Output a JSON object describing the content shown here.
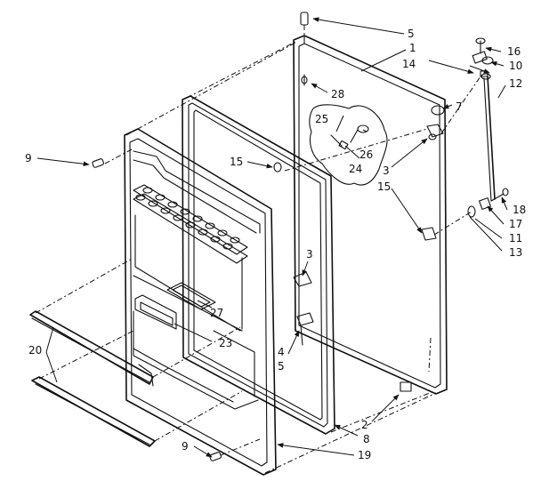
{
  "callouts": {
    "c1": "1",
    "c2": "2",
    "c3a": "3",
    "c3b": "3",
    "c4": "4",
    "c5a": "5",
    "c5b": "5",
    "c7": "7",
    "c8": "8",
    "c9a": "9",
    "c9b": "9",
    "c10": "10",
    "c11": "11",
    "c12": "12",
    "c13": "13",
    "c14": "14",
    "c15a": "15",
    "c15b": "15",
    "c16": "16",
    "c17": "17",
    "c18": "18",
    "c19": "19",
    "c20": "20",
    "c23": "23",
    "c24": "24",
    "c25": "25",
    "c26": "26",
    "c27": "27",
    "c28": "28"
  },
  "colors": {
    "ink": "#111111",
    "paper": "#ffffff"
  }
}
